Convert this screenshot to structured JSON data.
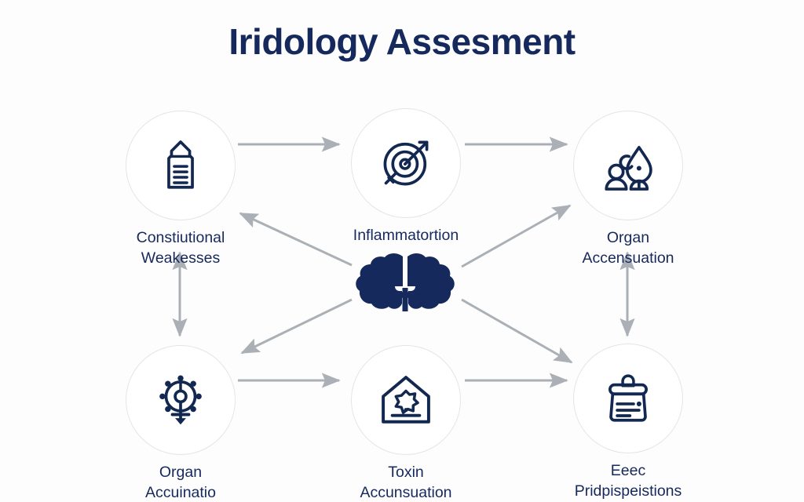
{
  "title": "Iridology Assesment",
  "theme": {
    "background": "#fdfdfe",
    "navy": "#16295c",
    "icon_stroke": "#122850",
    "circle_border": "#e3e5e9",
    "arrow": "#aab0b5",
    "label_color": "#16295c"
  },
  "center": {
    "icon": "brain-icon",
    "label": ""
  },
  "nodes": [
    {
      "id": "constitutional-weaknesses",
      "icon": "document-jar-icon",
      "label": "Constiutional Weakesses",
      "line1": "Constiutional",
      "line2": "Weakesses",
      "position": "top-left"
    },
    {
      "id": "inflammation",
      "icon": "target-arrow-icon",
      "label": "Inflammatortion",
      "line1": "Inflammatortion",
      "line2": "",
      "position": "top-center"
    },
    {
      "id": "organ-accentuation",
      "icon": "people-droplet-icon",
      "label": "Organ Accensuation",
      "line1": "Organ",
      "line2": "Accensuation",
      "position": "top-right"
    },
    {
      "id": "organ-accumulation",
      "icon": "lightbulb-rays-icon",
      "label": "Organ Accuinatio",
      "line1": "Organ",
      "line2": "Accuinatio",
      "position": "bottom-left"
    },
    {
      "id": "toxin-accumulation",
      "icon": "house-gear-icon",
      "label": "Toxin Accunsuation",
      "line1": "Toxin",
      "line2": "Accunsuation",
      "position": "bottom-center"
    },
    {
      "id": "genetic-predispositions",
      "icon": "bag-lines-icon",
      "label": "Eeec Pridpispeistions",
      "line1": "Eeec",
      "line2": "Pridpispeistions",
      "position": "bottom-right"
    }
  ],
  "connectors": [
    {
      "id": "constitutional-to-inflammation",
      "from": "constitutional-weaknesses",
      "to": "inflammation",
      "style": "single-arrow"
    },
    {
      "id": "inflammation-to-organ-accentuation",
      "from": "inflammation",
      "to": "organ-accentuation",
      "style": "single-arrow"
    },
    {
      "id": "constitutional-to-organ-accumulation",
      "from": "constitutional-weaknesses",
      "to": "organ-accumulation",
      "style": "double-arrow"
    },
    {
      "id": "organ-accentuation-to-genetic",
      "from": "organ-accentuation",
      "to": "genetic-predispositions",
      "style": "double-arrow"
    },
    {
      "id": "organ-accumulation-to-toxin",
      "from": "organ-accumulation",
      "to": "toxin-accumulation",
      "style": "single-arrow"
    },
    {
      "id": "toxin-to-genetic",
      "from": "toxin-accumulation",
      "to": "genetic-predispositions",
      "style": "single-arrow"
    },
    {
      "id": "center-to-constitutional",
      "from": "center",
      "to": "constitutional-weaknesses",
      "style": "single-arrow"
    },
    {
      "id": "center-to-organ-accentuation",
      "from": "center",
      "to": "organ-accentuation",
      "style": "single-arrow"
    },
    {
      "id": "center-to-organ-accumulation",
      "from": "center",
      "to": "organ-accumulation",
      "style": "single-arrow"
    },
    {
      "id": "center-to-genetic",
      "from": "center",
      "to": "genetic-predispositions",
      "style": "single-arrow"
    }
  ]
}
